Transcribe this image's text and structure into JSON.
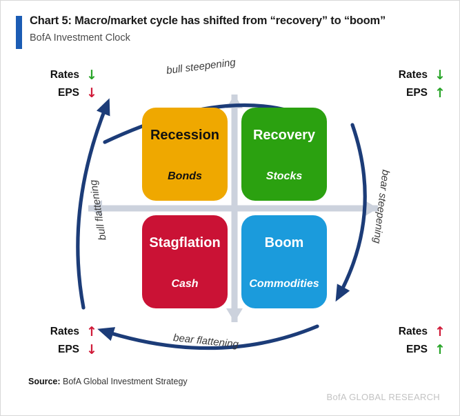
{
  "header": {
    "title": "Chart 5: Macro/market cycle has shifted from “recovery” to “boom”",
    "subtitle": "BofA Investment Clock",
    "accent_color": "#1b5cb4"
  },
  "corners": {
    "top_left": {
      "rates_label": "Rates",
      "rates_arrow": "↓",
      "rates_dir": "down",
      "rates_color": "#28a428",
      "eps_label": "EPS",
      "eps_arrow": "↓",
      "eps_dir": "down",
      "eps_color": "#d01a38"
    },
    "top_right": {
      "rates_label": "Rates",
      "rates_arrow": "↓",
      "rates_dir": "down",
      "rates_color": "#28a428",
      "eps_label": "EPS",
      "eps_arrow": "↑",
      "eps_dir": "up",
      "eps_color": "#28a428"
    },
    "bottom_left": {
      "rates_label": "Rates",
      "rates_arrow": "↑",
      "rates_dir": "up",
      "rates_color": "#d01a38",
      "eps_label": "EPS",
      "eps_arrow": "↓",
      "eps_dir": "down",
      "eps_color": "#d01a38"
    },
    "bottom_right": {
      "rates_label": "Rates",
      "rates_arrow": "↑",
      "rates_dir": "up",
      "rates_color": "#d01a38",
      "eps_label": "EPS",
      "eps_arrow": "↑",
      "eps_dir": "up",
      "eps_color": "#28a428"
    }
  },
  "chart_data": {
    "type": "diagram",
    "title": "BofA Investment Clock",
    "quadrants": [
      {
        "key": "recession",
        "name": "Recession",
        "asset": "Bonds",
        "color": "#efa800",
        "text_color": "#111111",
        "position": "top-left"
      },
      {
        "key": "recovery",
        "name": "Recovery",
        "asset": "Stocks",
        "color": "#2ba110",
        "text_color": "#ffffff",
        "position": "top-right"
      },
      {
        "key": "stagflation",
        "name": "Stagflation",
        "asset": "Cash",
        "color": "#ca1235",
        "text_color": "#ffffff",
        "position": "bottom-left"
      },
      {
        "key": "boom",
        "name": "Boom",
        "asset": "Commodities",
        "color": "#1b9bdc",
        "text_color": "#ffffff",
        "position": "bottom-right"
      }
    ],
    "arcs": [
      {
        "key": "bull-steepening",
        "label": "bull steepening",
        "position": "top",
        "direction": "clockwise-right",
        "color": "#1c3c78"
      },
      {
        "key": "bear-steepening",
        "label": "bear steepening",
        "position": "right",
        "direction": "clockwise-down",
        "color": "#1c3c78"
      },
      {
        "key": "bear-flattening",
        "label": "bear flattening",
        "position": "bottom",
        "direction": "clockwise-left",
        "color": "#1c3c78"
      },
      {
        "key": "bull-flattening",
        "label": "bull flattening",
        "position": "left",
        "direction": "clockwise-up",
        "color": "#1c3c78"
      }
    ],
    "axes": {
      "style": "double-headed-arrows",
      "color": "#ccd2dd",
      "horizontal": true,
      "vertical": true
    }
  },
  "footer": {
    "source_label": "Source:",
    "source_text": " BofA Global Investment Strategy",
    "watermark": "BofA GLOBAL RESEARCH"
  }
}
